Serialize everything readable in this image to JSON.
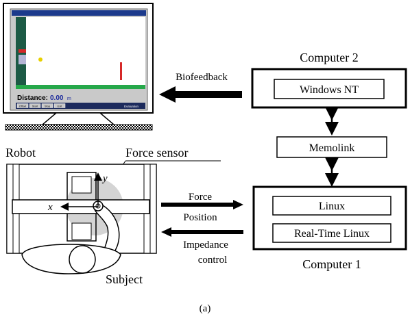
{
  "monitor": {
    "distance_label": "Distance:",
    "distance_value": "0.00",
    "distance_unit": "m",
    "buttons": [
      "Offset",
      "Start",
      "Stop",
      "Exit"
    ],
    "evaluation_label": "Evaluation"
  },
  "computer2": {
    "title": "Computer 2",
    "os": "Windows NT"
  },
  "memolink": "Memolink",
  "computer1": {
    "title": "Computer 1",
    "os_top": "Linux",
    "os_bottom": "Real-Time Linux"
  },
  "arrows": {
    "biofeedback": "Biofeedback",
    "force": "Force",
    "position": "Position",
    "impedance_line1": "Impedance",
    "impedance_line2": "control"
  },
  "robot": {
    "title": "Robot",
    "force_sensor": "Force sensor",
    "axis_x": "x",
    "axis_y": "y",
    "subject": "Subject"
  },
  "caption": "(a)",
  "colors": {
    "screen_bg": "#ffffff",
    "left_bar": "#1d5a45",
    "green_strip": "#26a84a",
    "status_bar": "#1c2a5c",
    "bezel": "#c9c9c9",
    "title_bar": "#1c3a8c",
    "red_marker": "#d62828",
    "yellow_dot": "#e8d000"
  }
}
